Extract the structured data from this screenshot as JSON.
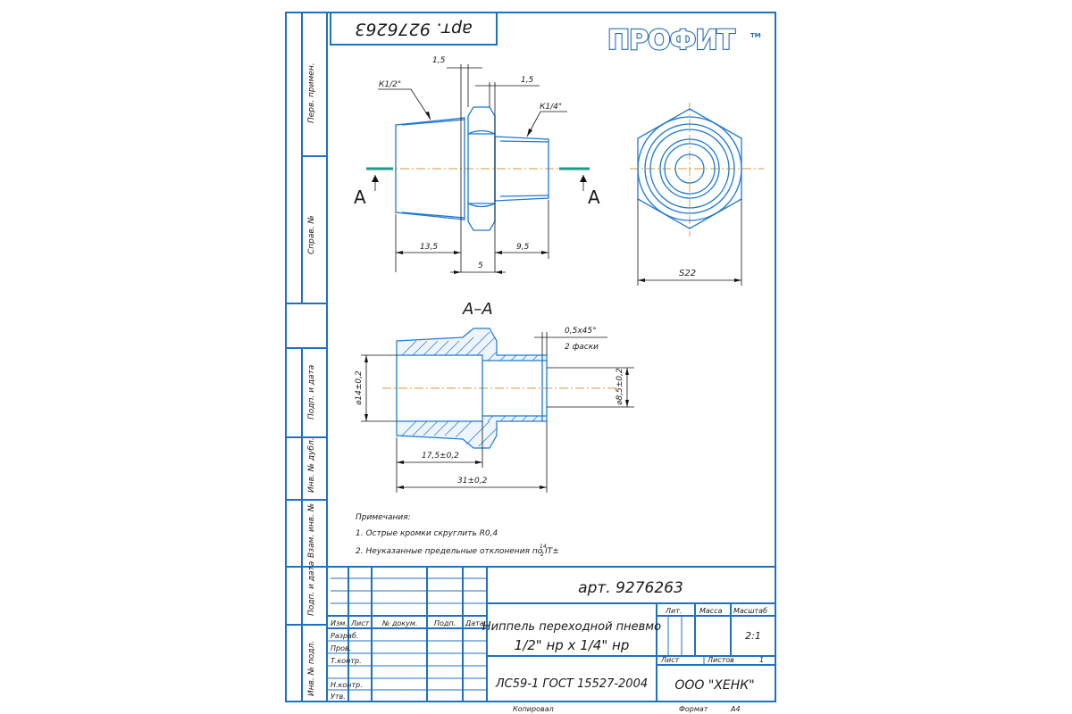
{
  "logo": {
    "text": "ПРОФИТ",
    "tm": "TM"
  },
  "stamp": {
    "article_top": "арт. 9276263",
    "article": "арт. 9276263"
  },
  "side_labels": {
    "perv_primen": "Перв. примен.",
    "sprav_no": "Справ. №",
    "podp_data_1": "Подп. и дата",
    "inv_dubl": "Инв. № дубл.",
    "vzam_inv": "Взам. инв. №",
    "podp_data_2": "Подп. и дата",
    "inv_podl": "Инв. № подл."
  },
  "dims": {
    "thread_left": "К1/2\"",
    "thread_right": "К1/4\"",
    "gap_left": "1,5",
    "gap_right": "1,5",
    "len_left": "13,5",
    "len_right": "9,5",
    "len_hex": "5",
    "hex_size": "S22",
    "section_mark": "А",
    "section_title": "А–А",
    "chamfer": "0,5х45°",
    "chamfer_note": "2 фаски",
    "dia_left": "⌀14±0,2",
    "dia_right": "⌀8,5±0,2",
    "len_inner": "17,5±0,2",
    "len_total": "31±0,2"
  },
  "notes": {
    "title": "Примечания:",
    "line1": "1. Острые кромки скруглить R0,4",
    "line2": "2. Неуказанные предельные отклонения по IT±",
    "line2_sup": "14",
    "line2_sub": "2"
  },
  "title_block": {
    "headers": {
      "izm": "Изм.",
      "list": "Лист",
      "doc": "№ докум.",
      "podp": "Подп.",
      "date": "Дата"
    },
    "rows": [
      "Разраб.",
      "Пров.",
      "Т.контр.",
      "",
      "Н.контр.",
      "Утв."
    ],
    "name_line1": "Ниппель переходной пневмо",
    "name_line2": "1/2\" нр х 1/4\" нр",
    "material": "ЛС59-1 ГОСТ 15527-2004",
    "lit": "Лит.",
    "massa": "Масса",
    "masshtab": "Масштаб",
    "scale_value": "2:1",
    "sheet_label": "Лист",
    "sheets_label": "Листов",
    "sheets_value": "1",
    "company": "ООО \"ХЕНК\"",
    "kopiroval": "Копировал",
    "format_label": "Формат",
    "format_value": "А4"
  }
}
